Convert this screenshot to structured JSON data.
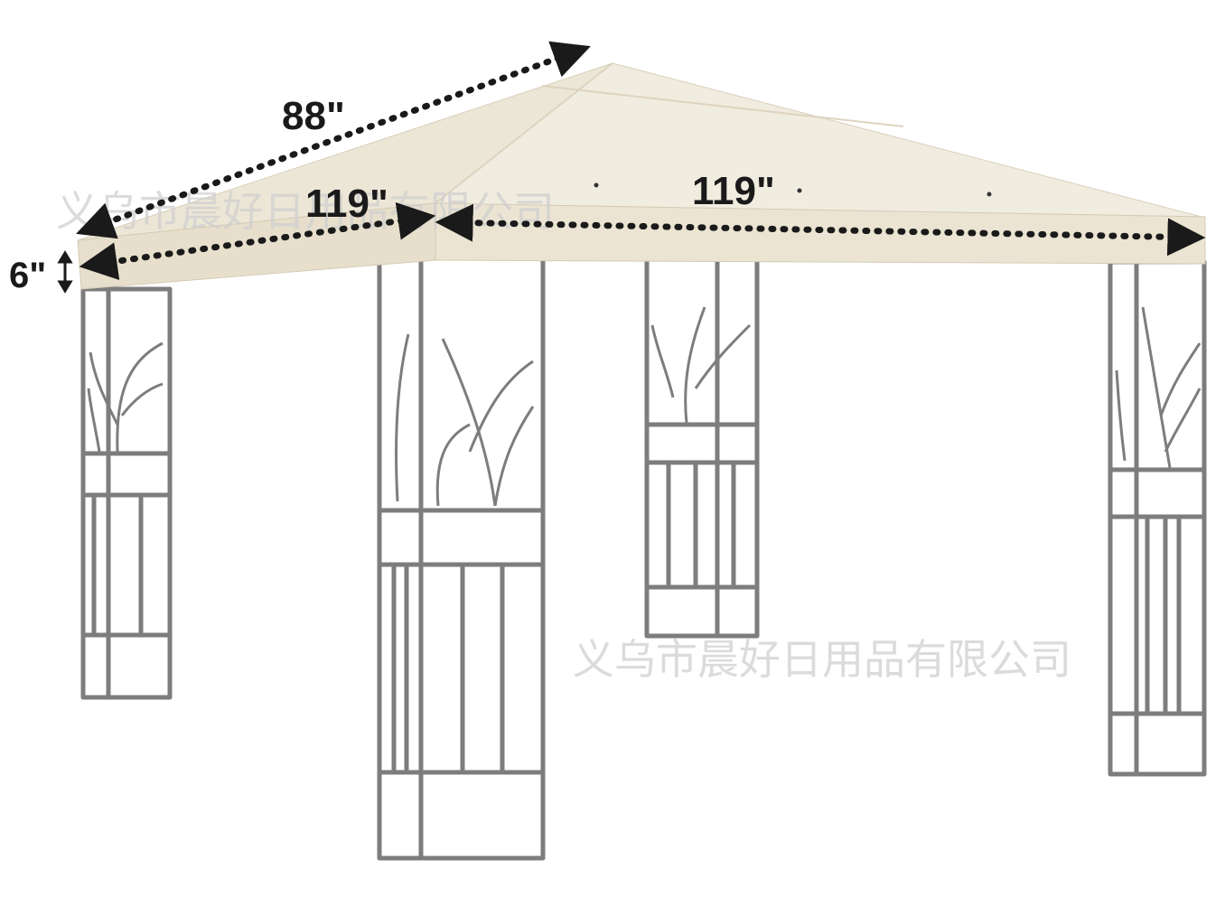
{
  "dimensions": {
    "ridge_length": "88\"",
    "front_width": "119\"",
    "side_width": "119\"",
    "valance_height": "6\""
  },
  "watermark": {
    "top": "义乌市晨好日用品有限公司",
    "bottom": "义乌市晨好日用品有限公司"
  },
  "colors": {
    "canopy_top": "#f1ece0",
    "canopy_side": "#ebe4d2",
    "canopy_valance": "#e7dfcc",
    "frame": "#7d7d7d",
    "dimension_lines": "#1a1a1a"
  },
  "icons": {
    "dimension_arrow": "double-arrow-icon"
  }
}
